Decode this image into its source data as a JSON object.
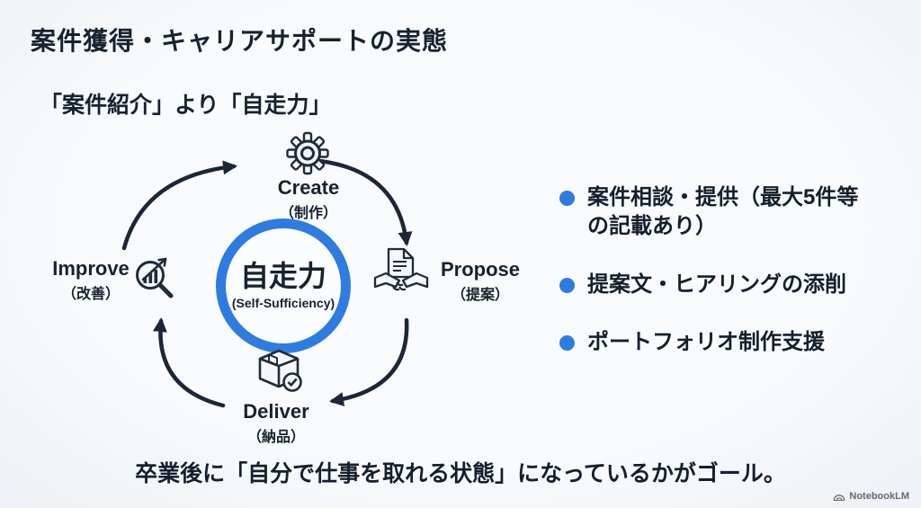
{
  "slide": {
    "title": "案件獲得・キャリアサポートの実態",
    "subtitle": "「案件紹介」より「自走力」",
    "footer": "卒業後に「自分で仕事を取れる状態」になっているかがゴール。"
  },
  "cycle": {
    "center": {
      "label": "自走力",
      "sublabel": "(Self-Sufficiency)"
    },
    "steps": [
      {
        "id": "create",
        "label": "Create",
        "sublabel": "（制作）",
        "icon": "gear-icon"
      },
      {
        "id": "propose",
        "label": "Propose",
        "sublabel": "（提案）",
        "icon": "document-handshake-icon"
      },
      {
        "id": "deliver",
        "label": "Deliver",
        "sublabel": "（納品）",
        "icon": "package-check-icon"
      },
      {
        "id": "improve",
        "label": "Improve",
        "sublabel": "（改善）",
        "icon": "magnifier-chart-icon"
      }
    ]
  },
  "bullets": {
    "items": [
      {
        "text": "案件相談・提供（最大5件等\nの記載あり）"
      },
      {
        "text": "提案文・ヒアリングの添削"
      },
      {
        "text": "ポートフォリオ制作支援"
      }
    ]
  },
  "watermark": {
    "label": "NotebookLM",
    "icon": "notebooklm-logo-icon"
  },
  "colors": {
    "accent_blue": "#2e7ce0",
    "text_dark": "#18222f",
    "background": "#f5f7f9",
    "arrow_dark": "#1c2636",
    "watermark_gray": "#5f6a75"
  }
}
